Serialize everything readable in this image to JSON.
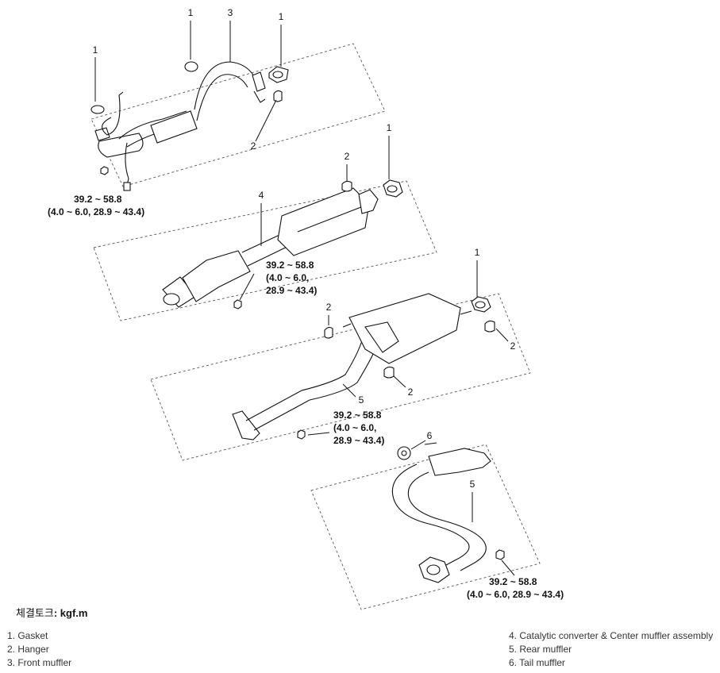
{
  "torque": {
    "front": {
      "line1": "39.2 ~ 58.8",
      "line2": "(4.0 ~ 6.0, 28.9 ~ 43.4)"
    },
    "catalytic": {
      "line1": "39.2 ~ 58.8",
      "line2": "(4.0 ~ 6.0,",
      "line3": "28.9 ~ 43.4)"
    },
    "center": {
      "line1": "39.2 ~ 58.8",
      "line2": "(4.0 ~ 6.0,",
      "line3": "28.9 ~ 43.4)"
    },
    "tail": {
      "line1": "39.2 ~ 58.8",
      "line2": "(4.0 ~ 6.0, 28.9 ~ 43.4)"
    }
  },
  "callouts": {
    "gasket": "1",
    "hanger": "2",
    "front_muffler": "3",
    "catalytic_converter": "4",
    "rear_muffler": "5",
    "tail_muffler": "6"
  },
  "unit": {
    "label": "체결토크",
    "value": ": kgf.m"
  },
  "legend": {
    "left": [
      "1. Gasket",
      "2. Hanger",
      "3. Front muffler"
    ],
    "right": [
      "4. Catalytic converter & Center muffler assembly",
      "5. Rear muffler",
      "6. Tail muffler"
    ]
  }
}
